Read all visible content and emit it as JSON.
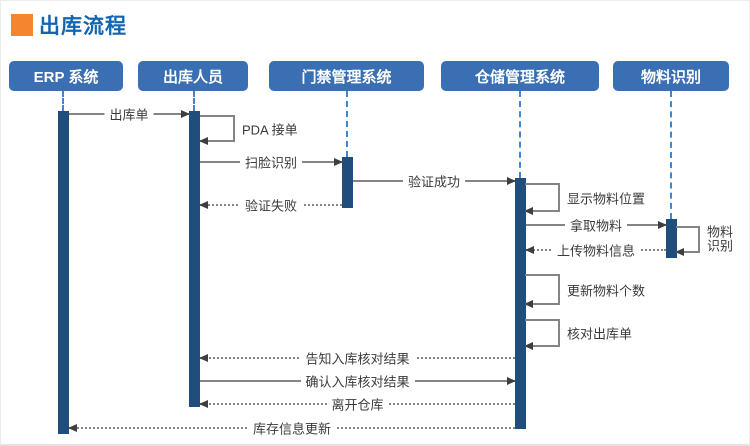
{
  "title": "出库流程",
  "colors": {
    "orange": "#f5862f",
    "title_blue": "#1166b3",
    "header_blue": "#3a6fb3",
    "bar_navy": "#1f4e7c",
    "lifeline_blue": "#3f86d2",
    "line_gray": "#848484",
    "arrow_dark": "#3f3f3f",
    "text_dark": "#3a3a3a"
  },
  "actors": [
    {
      "id": "erp",
      "label": "ERP 系统"
    },
    {
      "id": "outbound-staff",
      "label": "出库人员"
    },
    {
      "id": "access-control",
      "label": "门禁管理系统"
    },
    {
      "id": "wms",
      "label": "仓储管理系统"
    },
    {
      "id": "material-recognition",
      "label": "物料识别"
    }
  ],
  "messages": [
    {
      "label": "出库单",
      "from": "ERP 系统",
      "to": "出库人员",
      "type": "solid-arrow"
    },
    {
      "label": "PDA 接单",
      "actor": "出库人员",
      "type": "self-call"
    },
    {
      "label": "扫脸识别",
      "from": "出库人员",
      "to": "门禁管理系统",
      "type": "solid-arrow"
    },
    {
      "label": "验证成功",
      "from": "门禁管理系统",
      "to": "仓储管理系统",
      "type": "solid-arrow"
    },
    {
      "label": "验证失败",
      "from": "门禁管理系统",
      "to": "出库人员",
      "type": "dashed-arrow"
    },
    {
      "label": "显示物料位置",
      "actor": "仓储管理系统",
      "type": "self-call"
    },
    {
      "label": "拿取物料",
      "from": "仓储管理系统",
      "to": "物料识别",
      "type": "solid-arrow"
    },
    {
      "label": "物料识别",
      "actor": "物料识别",
      "type": "self-call"
    },
    {
      "label": "上传物料信息",
      "from": "物料识别",
      "to": "仓储管理系统",
      "type": "dashed-arrow"
    },
    {
      "label": "更新物料个数",
      "actor": "仓储管理系统",
      "type": "self-call"
    },
    {
      "label": "核对出库单",
      "actor": "仓储管理系统",
      "type": "self-call"
    },
    {
      "label": "告知入库核对结果",
      "from": "仓储管理系统",
      "to": "出库人员",
      "type": "dashed-arrow"
    },
    {
      "label": "确认入库核对结果",
      "from": "出库人员",
      "to": "仓储管理系统",
      "type": "solid-arrow"
    },
    {
      "label": "离开仓库",
      "from": "仓储管理系统",
      "to": "出库人员",
      "type": "dashed-arrow"
    },
    {
      "label": "库存信息更新",
      "from": "仓储管理系统",
      "to": "ERP 系统",
      "type": "dashed-arrow"
    }
  ]
}
